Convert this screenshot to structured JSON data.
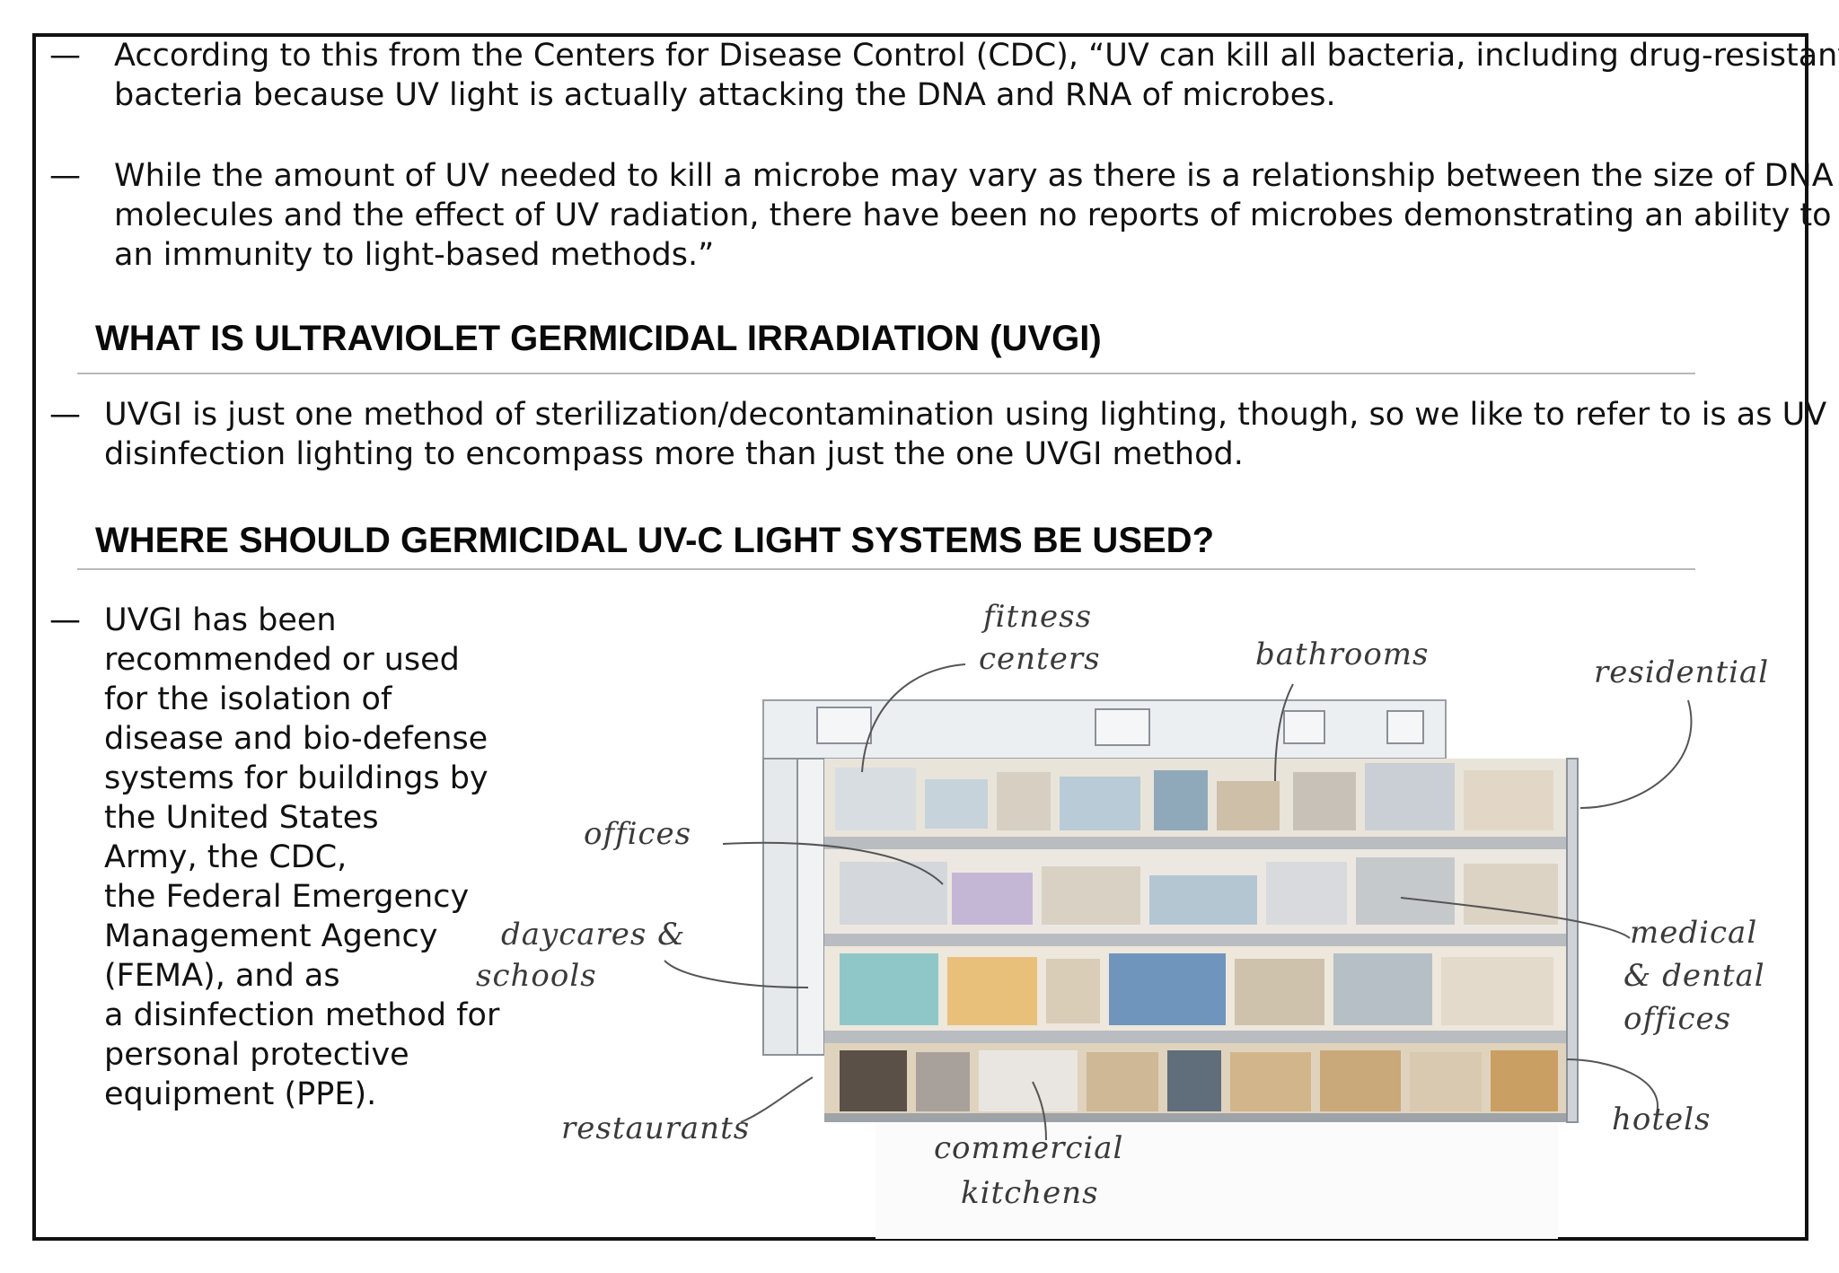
{
  "bullets": {
    "p1": [
      "According to this from the Centers for Disease Control (CDC), “UV can kill all bacteria, including drug-resistant",
      "bacteria because UV light is actually attacking the DNA and RNA of microbes."
    ],
    "p2": [
      "While the amount of UV needed to kill a microbe may vary as there is a relationship between the size of DNA",
      "molecules and the effect of UV radiation, there have been no reports of microbes demonstrating an ability to build",
      "an immunity to light-based methods.”"
    ],
    "p3": [
      "UVGI is just one method of sterilization/decontamination using lighting, though, so we like to refer to is as UV",
      "disinfection lighting to encompass more than just the one UVGI method."
    ],
    "p4": [
      "UVGI has been",
      "recommended or used",
      "for the isolation of",
      "disease and bio-defense",
      "systems for buildings by",
      "the United States",
      "Army, the CDC,",
      "the Federal Emergency",
      "Management Agency",
      "(FEMA), and as",
      "a disinfection method for",
      "personal protective",
      "equipment (PPE)."
    ]
  },
  "dash": "—",
  "headings": {
    "uvgi": "WHAT IS ULTRAVIOLET GERMICIDAL IRRADIATION (UVGI)",
    "where": "WHERE SHOULD GERMICIDAL UV-C LIGHT SYSTEMS BE USED?"
  },
  "illustration": {
    "labels": {
      "fitness": [
        "fitness",
        "centers"
      ],
      "bathrooms": "bathrooms",
      "residential": "residential",
      "offices": "offices",
      "daycares": [
        "daycares &",
        "schools"
      ],
      "medical": [
        "medical",
        "& dental",
        "offices"
      ],
      "restaurants": "restaurants",
      "kitchens": [
        "commercial",
        "kitchens"
      ],
      "hotels": "hotels"
    }
  }
}
